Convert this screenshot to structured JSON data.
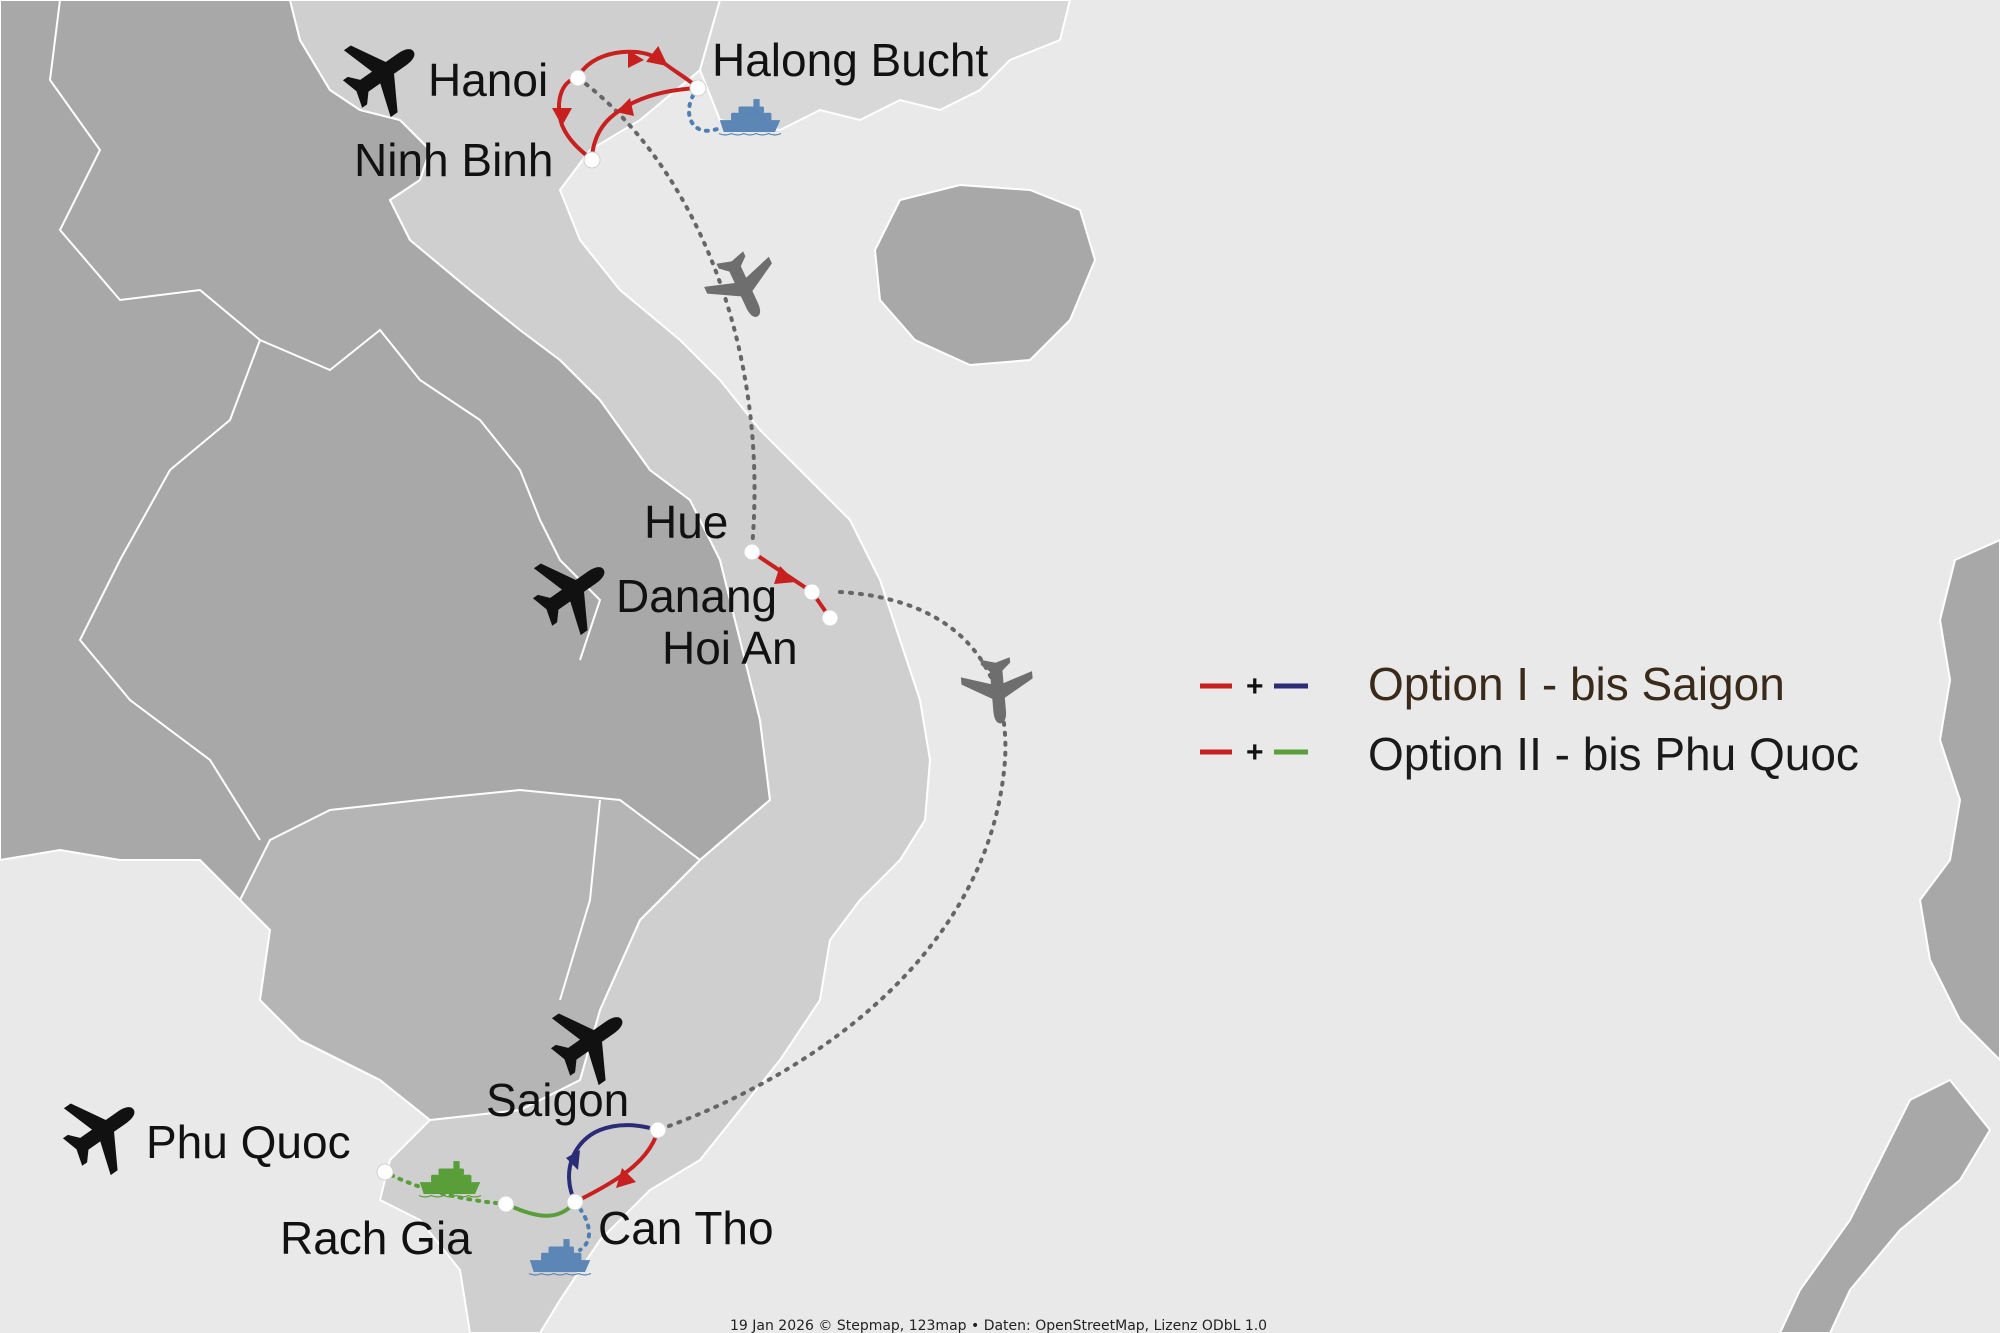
{
  "colors": {
    "sea": "#e9e9e9",
    "vietnam": "#cfcfcf",
    "neighbors": "#a8a8a8",
    "border": "#ffffff",
    "route_red": "#c8201e",
    "route_blue": "#2b2c78",
    "route_green": "#5a9e3a",
    "flight_dots": "#666666",
    "boat_dots": "#4d7fb3",
    "ship_blue": "#5b86b5",
    "ship_green": "#5a9e3a"
  },
  "cities": {
    "hanoi": "Hanoi",
    "halong": "Halong Bucht",
    "ninh_binh": "Ninh Binh",
    "hue": "Hue",
    "danang": "Danang",
    "hoi_an": "Hoi An",
    "saigon": "Saigon",
    "can_tho": "Can Tho",
    "rach_gia": "Rach Gia",
    "phu_quoc": "Phu Quoc"
  },
  "legend": {
    "option1": {
      "plus": "+",
      "label": "Option I -  bis Saigon"
    },
    "option2": {
      "plus": "+",
      "label": "Option II - bis Phu Quoc"
    }
  },
  "icons": [
    "airplane-icon",
    "ship-icon",
    "flight-route-plane-icon"
  ],
  "attribution": "19 Jan 2026 © Stepmap, 123map • Daten: OpenStreetMap, Lizenz ODbL 1.0"
}
